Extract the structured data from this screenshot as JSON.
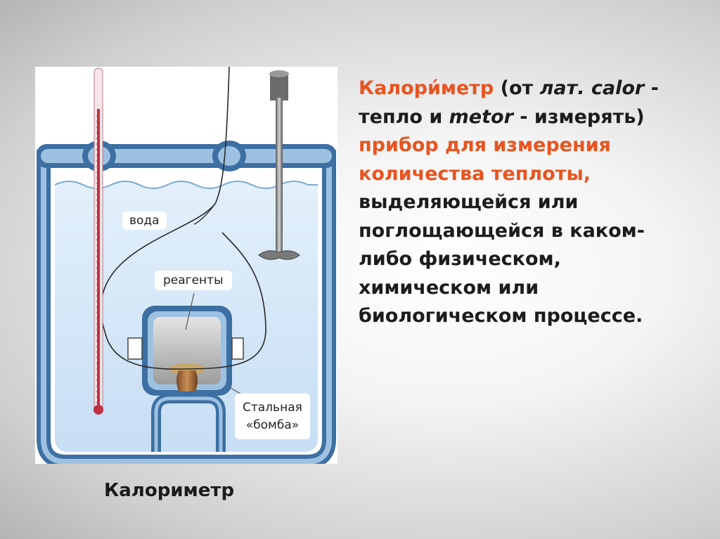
{
  "diagram": {
    "labels": {
      "water": "вода",
      "reagents": "реагенты",
      "bomb_line1": "Стальная",
      "bomb_line2": "«бомба»"
    }
  },
  "caption": "Калориметр",
  "description": {
    "l1_term": "Калори́метр",
    "l1_open": " (от ",
    "l1_lat": "лат. calor",
    "l1_dash": " -",
    "l2_pre": "тепло и ",
    "l2_metor": "metor",
    "l2_post": " - измерять)",
    "l3": "прибор для измерения",
    "l4": "количества теплоты,",
    "l5": "выделяющейся или",
    "l6": "поглощающейся в каком-",
    "l7": "либо физическом,",
    "l8": "химическом или",
    "l9": "биологическом процессе."
  },
  "colors": {
    "accent_red": "#e8541f",
    "vessel_wall": "#3d6fa2",
    "water": "#cfe4f6",
    "thermometer": "#c0303f"
  }
}
